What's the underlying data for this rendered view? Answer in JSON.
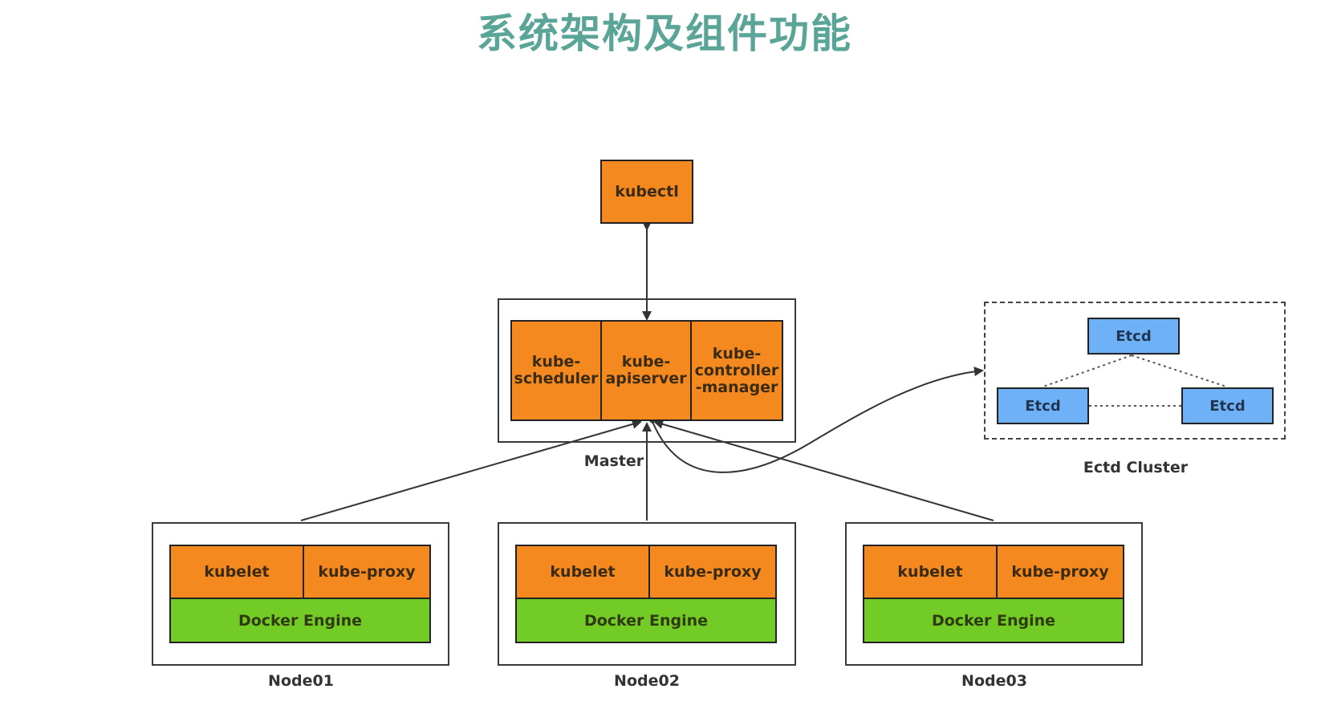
{
  "title": "系统架构及组件功能",
  "kubectl": "kubectl",
  "master": {
    "label": "Master",
    "components": [
      "kube-\nscheduler",
      "kube-\napiserver",
      "kube-\ncontroller\n-manager"
    ]
  },
  "etcd_cluster": {
    "label": "Ectd Cluster",
    "nodes": [
      "Etcd",
      "Etcd",
      "Etcd"
    ]
  },
  "nodes": [
    {
      "label": "Node01",
      "kubelet": "kubelet",
      "proxy": "kube-proxy",
      "engine": "Docker Engine"
    },
    {
      "label": "Node02",
      "kubelet": "kubelet",
      "proxy": "kube-proxy",
      "engine": "Docker Engine"
    },
    {
      "label": "Node03",
      "kubelet": "kubelet",
      "proxy": "kube-proxy",
      "engine": "Docker Engine"
    }
  ],
  "colors": {
    "title": "#5aa597",
    "component": "#f48a1f",
    "docker_engine": "#73cb26",
    "etcd": "#6fb1f6",
    "border": "#222222"
  }
}
